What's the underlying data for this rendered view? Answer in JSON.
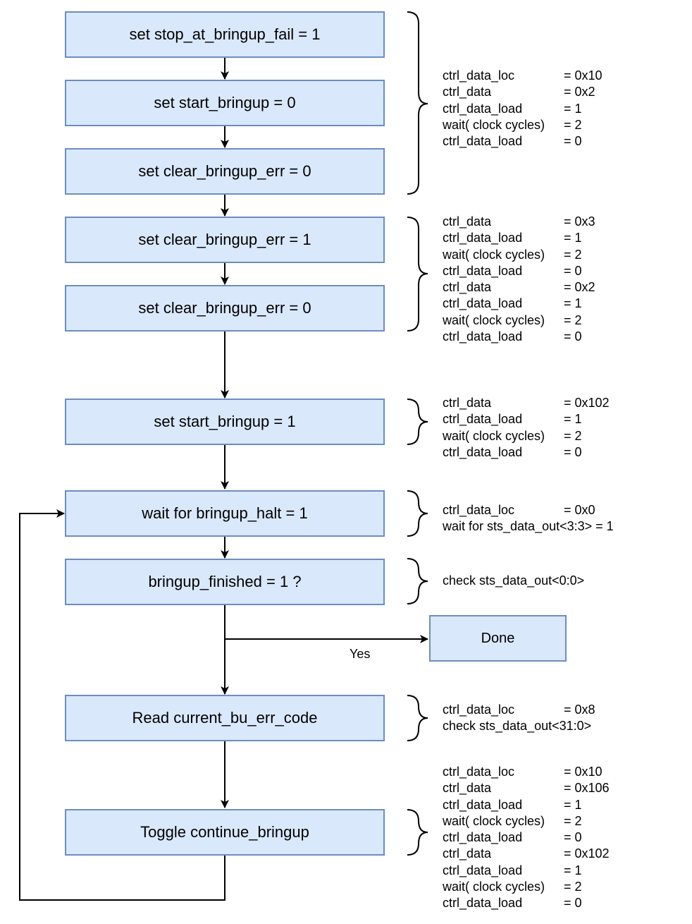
{
  "boxes": {
    "b1": "set stop_at_bringup_fail = 1",
    "b2": "set start_bringup = 0",
    "b3": "set clear_bringup_err = 0",
    "b4": "set clear_bringup_err = 1",
    "b5": "set clear_bringup_err = 0",
    "b6": "set start_bringup = 1",
    "b7": "wait for bringup_halt = 1",
    "b8": "bringup_finished = 1 ?",
    "done": "Done",
    "b9": "Read current_bu_err_code",
    "b10": "Toggle continue_bringup"
  },
  "yes_label": "Yes",
  "notes": {
    "n1": [
      {
        "k": "ctrl_data_loc",
        "v": "= 0x10"
      },
      {
        "k": "ctrl_data",
        "v": "= 0x2"
      },
      {
        "k": "ctrl_data_load",
        "v": "= 1"
      },
      {
        "k": "wait( clock cycles)",
        "v": "= 2"
      },
      {
        "k": "ctrl_data_load",
        "v": "= 0"
      }
    ],
    "n2": [
      {
        "k": "ctrl_data",
        "v": "= 0x3"
      },
      {
        "k": "ctrl_data_load",
        "v": "= 1"
      },
      {
        "k": "wait( clock cycles)",
        "v": "= 2"
      },
      {
        "k": "ctrl_data_load",
        "v": "= 0"
      },
      {
        "k": "ctrl_data",
        "v": "= 0x2"
      },
      {
        "k": "ctrl_data_load",
        "v": "= 1"
      },
      {
        "k": "wait( clock cycles)",
        "v": "= 2"
      },
      {
        "k": "ctrl_data_load",
        "v": "= 0"
      }
    ],
    "n3": [
      {
        "k": "ctrl_data",
        "v": "= 0x102"
      },
      {
        "k": "ctrl_data_load",
        "v": "= 1"
      },
      {
        "k": "wait( clock cycles)",
        "v": "= 2"
      },
      {
        "k": "ctrl_data_load",
        "v": "= 0"
      }
    ],
    "n4": [
      {
        "k": "ctrl_data_loc",
        "v": "= 0x0"
      },
      {
        "k": "wait for sts_data_out<3:3> = 1",
        "v": ""
      }
    ],
    "n5": [
      {
        "k": "check sts_data_out<0:0>",
        "v": ""
      }
    ],
    "n6": [
      {
        "k": "ctrl_data_loc",
        "v": "= 0x8"
      },
      {
        "k": "check sts_data_out<31:0>",
        "v": ""
      }
    ],
    "n7": [
      {
        "k": "ctrl_data_loc",
        "v": "= 0x10"
      },
      {
        "k": "ctrl_data",
        "v": "= 0x106"
      },
      {
        "k": "ctrl_data_load",
        "v": "= 1"
      },
      {
        "k": "wait( clock cycles)",
        "v": "= 2"
      },
      {
        "k": "ctrl_data_load",
        "v": "= 0"
      },
      {
        "k": "ctrl_data",
        "v": "= 0x102"
      },
      {
        "k": "ctrl_data_load",
        "v": "= 1"
      },
      {
        "k": "wait( clock cycles)",
        "v": "= 2"
      },
      {
        "k": "ctrl_data_load",
        "v": "= 0"
      }
    ]
  }
}
